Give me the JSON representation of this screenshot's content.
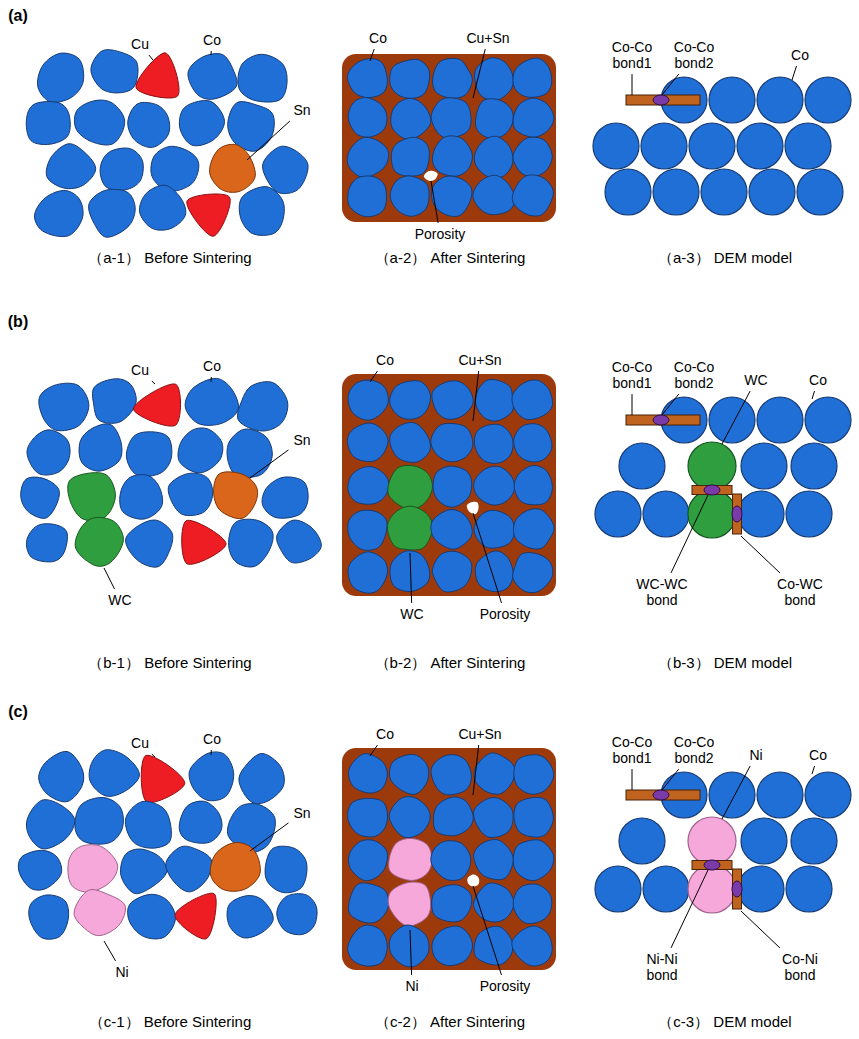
{
  "diagram": {
    "labels": [
      "(a)",
      "Cu",
      "Co",
      "Sn",
      "Co",
      "Cu+Sn",
      "Porosity",
      "Co-Co bond1",
      "Co-Co bond2",
      "Co",
      "（a-1） Before Sintering",
      "（a-2） After Sintering",
      "（a-3） DEM model",
      "(b)",
      "Cu",
      "Co",
      "Sn",
      "WC",
      "Co",
      "Cu+Sn",
      "WC",
      "Porosity",
      "Co-Co bond1",
      "Co-Co bond2",
      "WC",
      "Co",
      "WC-WC bond",
      "Co-WC bond",
      "（b-1） Before Sintering",
      "（b-2） After Sintering",
      "（b-3） DEM model",
      "(c)",
      "Cu",
      "Co",
      "Sn",
      "Ni",
      "Co",
      "Cu+Sn",
      "Ni",
      "Porosity",
      "Co-Co bond1",
      "Co-Co bond2",
      "Ni",
      "Co",
      "Ni-Ni bond",
      "Co-Ni bond",
      "（c-1） Before Sintering",
      "（c-2） After Sintering",
      "（c-3） DEM model"
    ]
  }
}
